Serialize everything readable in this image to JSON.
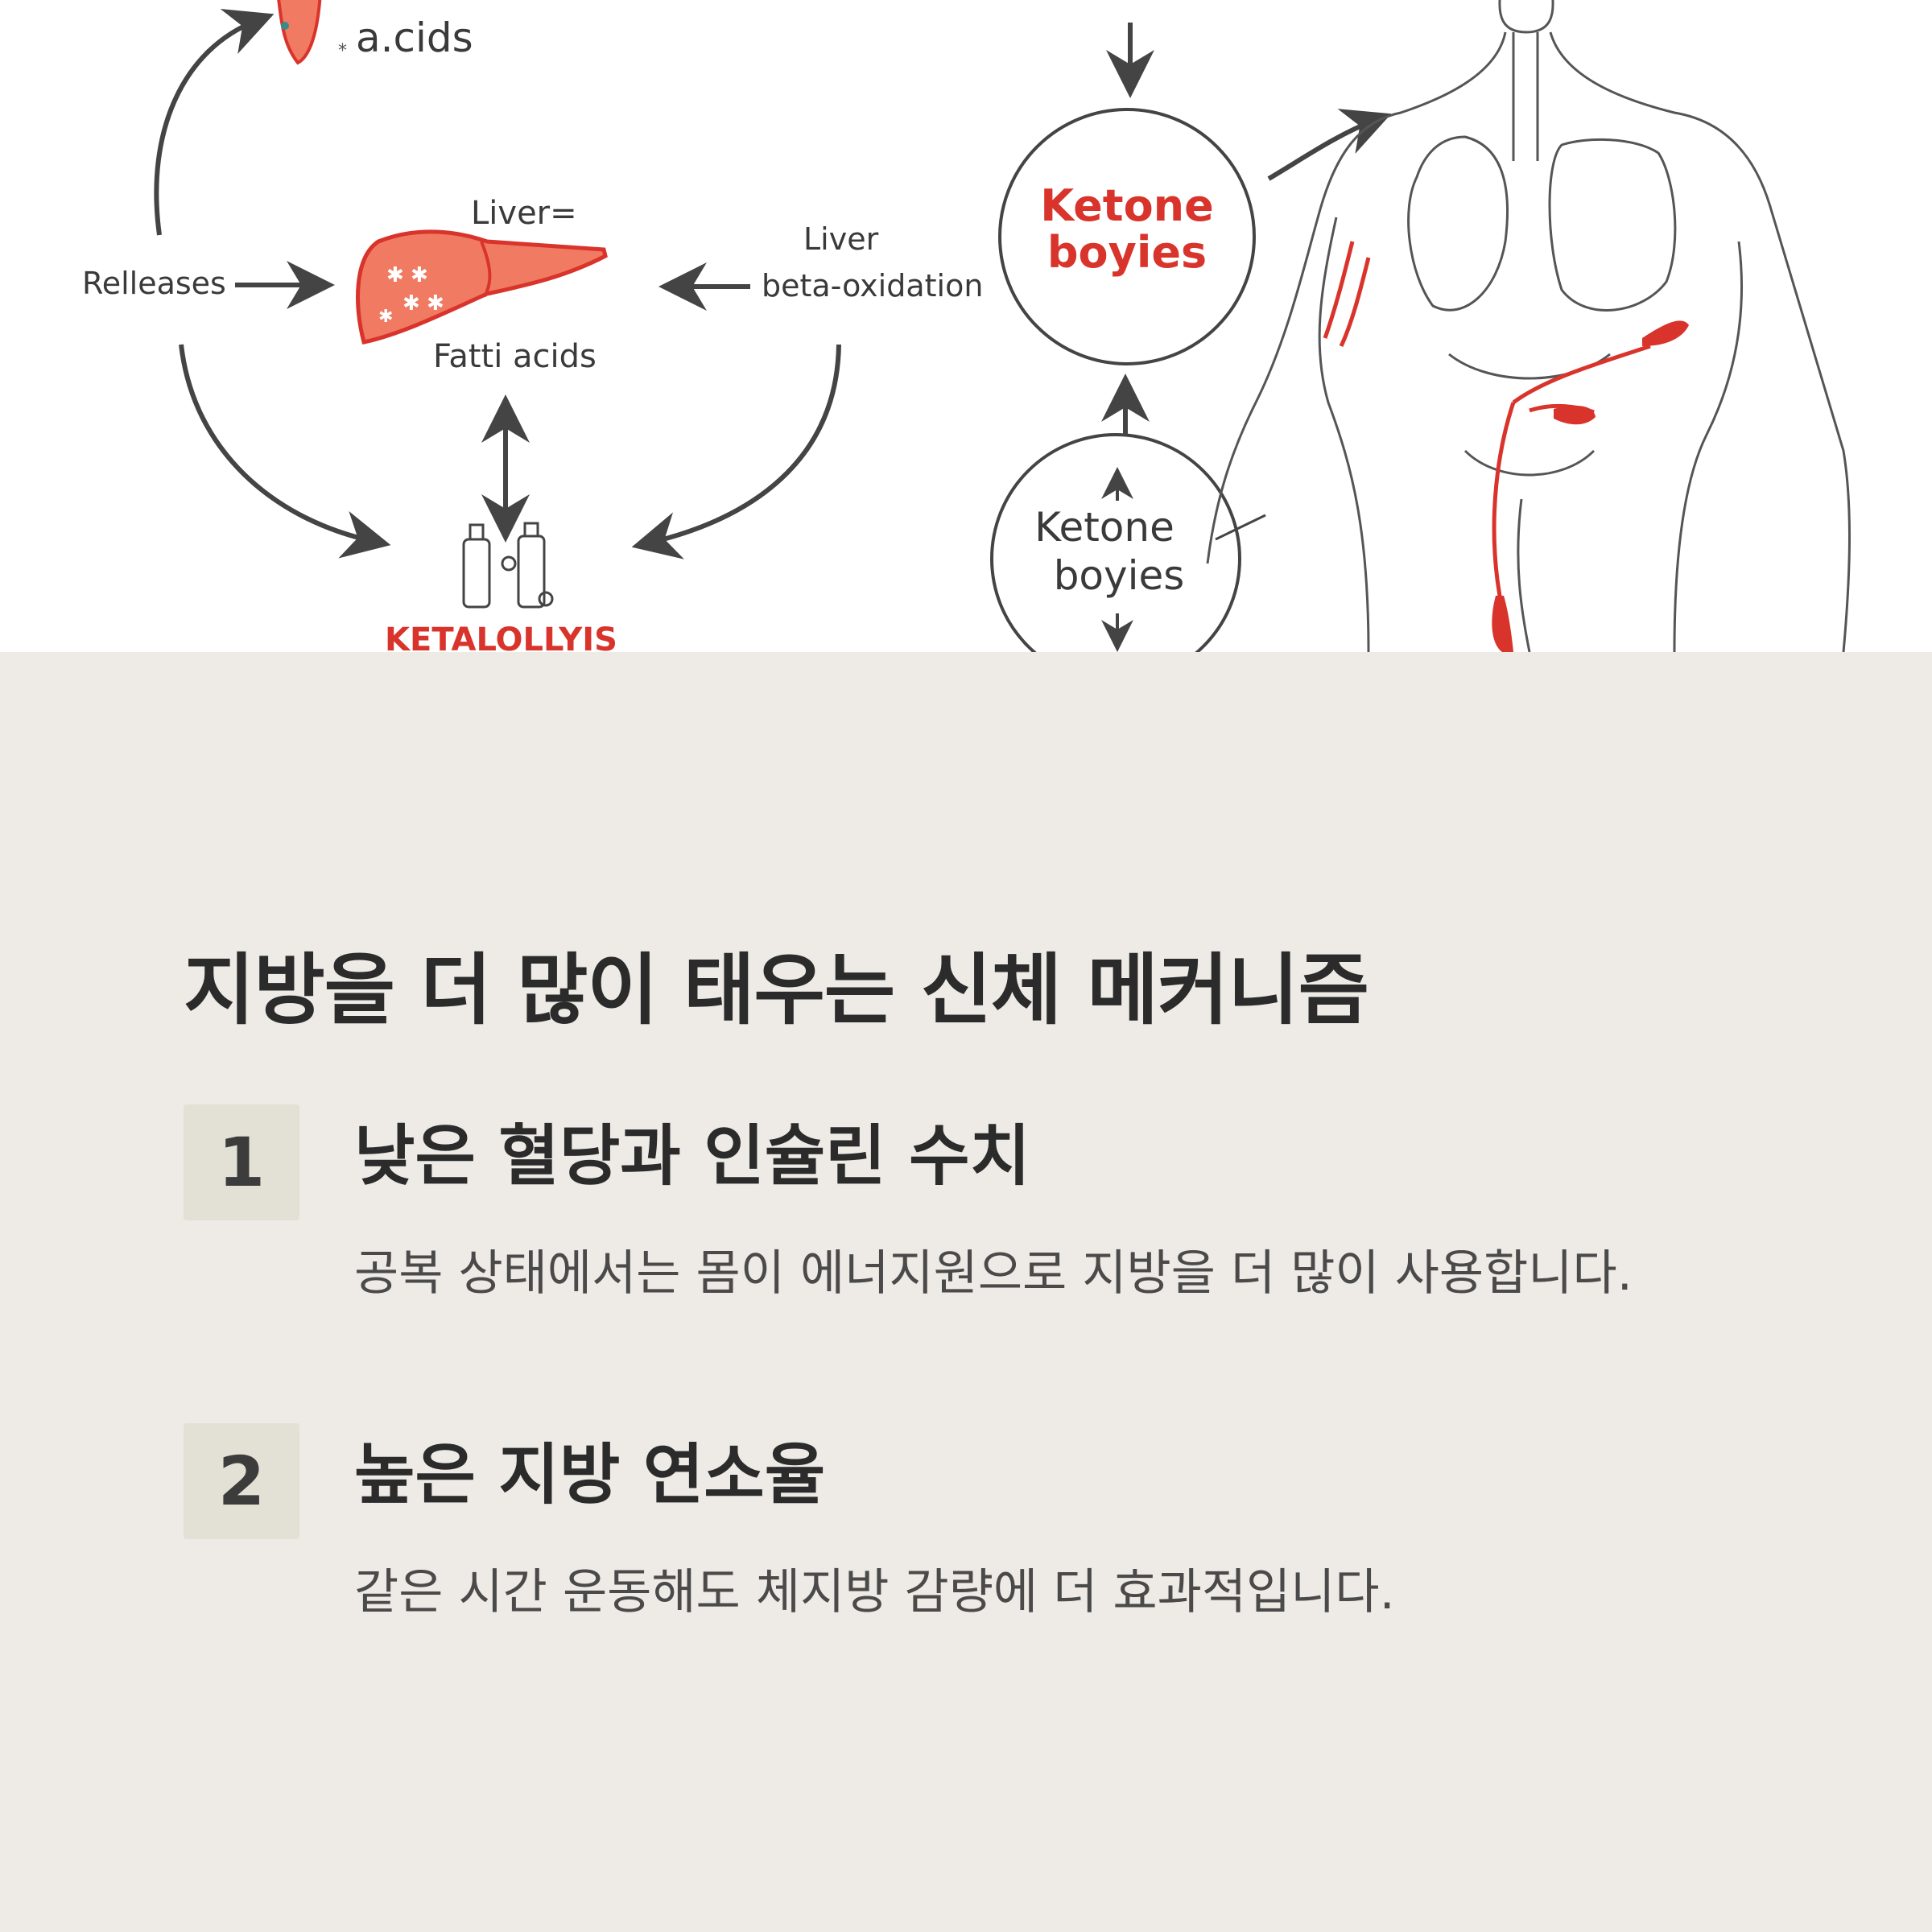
{
  "diagram": {
    "labels": {
      "fatty_acids_top": "a.cids",
      "liver": "Liver=",
      "releases": "Relleases",
      "fatti_acids": "Fatti acids",
      "liver_beta_line1": "Liver",
      "liver_beta_line2": "beta-oxidation",
      "ketalollyis": "KETALOLLYIS",
      "ketone_red_line1": "Ketone",
      "ketone_red_line2": "boyies",
      "ketone_dark_line1": "Ketone",
      "ketone_dark_line2": "boyies"
    },
    "colors": {
      "accent_red": "#D9342B",
      "liver_fill": "#F07A62",
      "arrow": "#444444",
      "line": "#555555"
    }
  },
  "content": {
    "title": "지방을 더 많이 태우는 신체 메커니즘",
    "items": [
      {
        "number": "1",
        "title": "낮은 혈당과 인슐린 수치",
        "description": "공복 상태에서는 몸이 에너지원으로 지방을 더 많이 사용합니다."
      },
      {
        "number": "2",
        "title": "높은 지방 연소율",
        "description": "같은 시간 운동해도 체지방 감량에 더 효과적입니다."
      }
    ]
  }
}
